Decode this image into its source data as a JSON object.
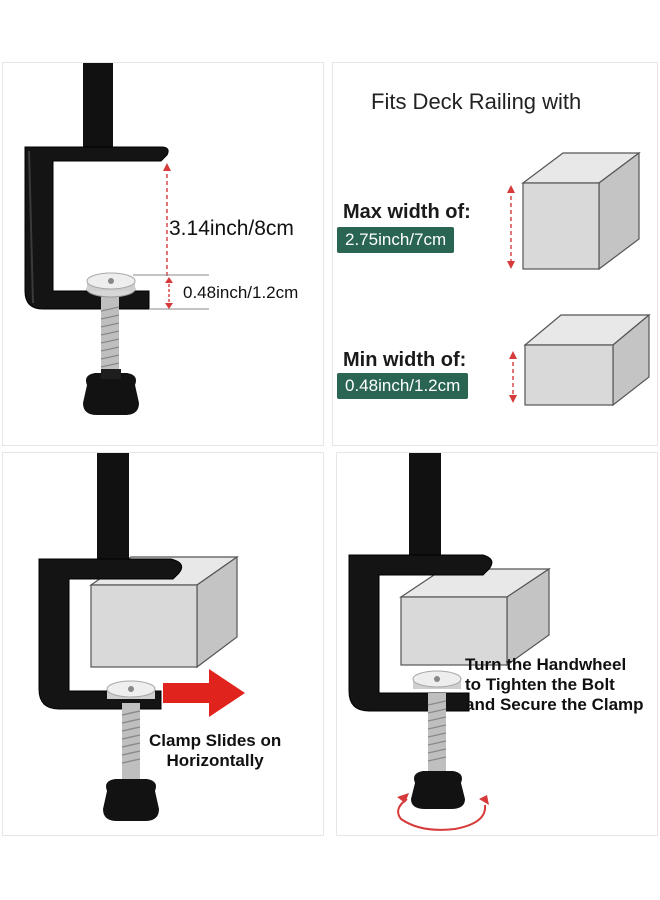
{
  "panel_dimensions": {
    "height_label": "3.14inch/8cm",
    "thickness_label": "0.48inch/1.2cm"
  },
  "panel_fits": {
    "title": "Fits Deck Railing with",
    "max_heading": "Max width of:",
    "max_value": "2.75inch/7cm",
    "min_heading": "Min width of:",
    "min_value": "0.48inch/1.2cm"
  },
  "panel_slide": {
    "caption_line1": "Clamp Slides on",
    "caption_line2": "Horizontally"
  },
  "panel_tighten": {
    "caption_line1": "Turn the Handwheel",
    "caption_line2": "to Tighten the Bolt",
    "caption_line3": "and Secure the Clamp"
  },
  "colors": {
    "clamp": "#111111",
    "badge": "#2a6453",
    "arrow": "#e0231c",
    "guide": "#d63a3a",
    "block_front": "#d9d9d9",
    "block_top": "#e8e8e8",
    "block_side": "#c4c4c4"
  }
}
